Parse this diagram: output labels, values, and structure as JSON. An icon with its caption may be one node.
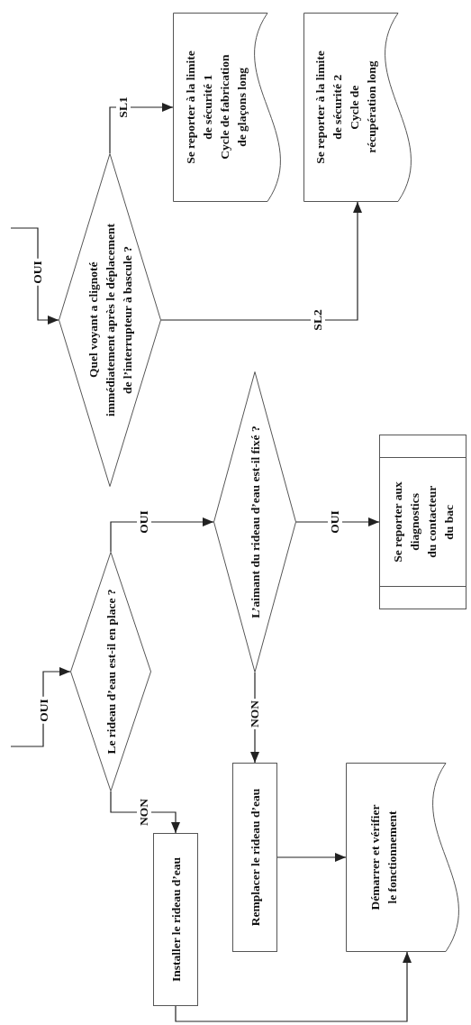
{
  "diagram": {
    "nodes": [
      {
        "text": [
          "Le rideau d’eau est-il en place ?"
        ]
      },
      {
        "text": [
          "Installer le rideau d’eau"
        ]
      },
      {
        "text": [
          "L’aimant du rideau d’eau est-il fixé ?"
        ]
      },
      {
        "text": [
          "Remplacer le rideau d’eau"
        ]
      },
      {
        "text": [
          "Se reporter aux diagnostics du contacteur du bac"
        ]
      },
      {
        "text": [
          "Démarrer et vérifier le fonctionnement"
        ]
      },
      {
        "text": [
          "Quel voyant a clignoté immédiatement après le déplacement de l’interrupteur à bascule ?"
        ]
      },
      {
        "text": [
          "Se reporter à la limite de sécurité 1",
          "Cycle de fabrication de glaçons long"
        ]
      },
      {
        "text": [
          "Se reporter à la limite de sécurité 2",
          "Cycle de récupération long"
        ]
      }
    ],
    "edges": [
      {
        "from": null,
        "to": 0,
        "arrow": "to",
        "label": "OUI"
      },
      {
        "from": 0,
        "to": 1,
        "arrow": "to",
        "label": "NON"
      },
      {
        "from": 0,
        "to": 2,
        "arrow": "to",
        "label": "OUI"
      },
      {
        "from": 2,
        "to": 4,
        "arrow": "to",
        "label": "OUI"
      },
      {
        "from": 2,
        "to": 3,
        "arrow": "to",
        "label": "NON"
      },
      {
        "from": 3,
        "to": 5,
        "arrow": "to"
      },
      {
        "from": 1,
        "to": 5,
        "arrow": "to"
      },
      {
        "from": null,
        "to": 6,
        "arrow": "to",
        "label": "OUI"
      },
      {
        "from": 6,
        "to": 7,
        "arrow": "to",
        "label": "SL1"
      },
      {
        "from": 6,
        "to": 8,
        "arrow": "to",
        "label": "SL2"
      }
    ]
  }
}
